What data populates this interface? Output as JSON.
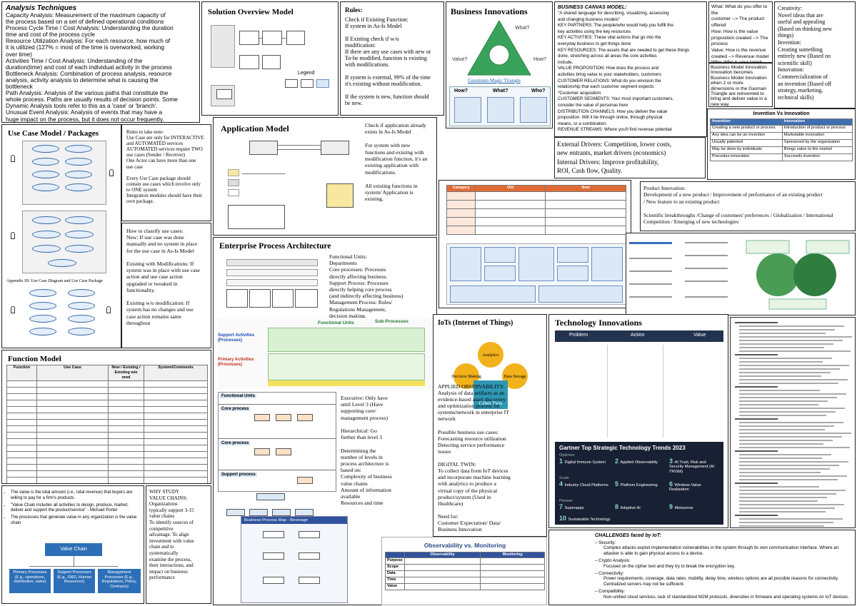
{
  "analysis": {
    "title": "Analysis Techniques",
    "lines": [
      "Capacity Analysis: Measurement of the maximum capacity of",
      "the process based on a set of defined operational conditions",
      "Process Cycle Time / Cost Analysis: Understanding the duration",
      "time and cost of the process cycle",
      "Resource Utilization Analysis: For each resource, how much of",
      "it is utilized (127% = most of the time is overworked, working",
      "over time)",
      "Activities Time / Cost Analysis: Understanding of the",
      "duration(time) and cost of each individual activity in the process",
      "Bottleneck Analysis: Combination of process analysis, resource",
      "analysis, activity analysis to determine what is causing the",
      "bottleneck",
      "Path Analysis: Analysis of the various paths that constitute the",
      "whole process. Paths are usually results of decision points. Some",
      "Dynamic Analysis tools refer to this as a 'case' or 'branch'.",
      "Unusual Event Analysis: Analysis of events that may have a",
      "huge impact on the process, but it does not occur frequently."
    ]
  },
  "solution": {
    "title": "Solution Overview Model",
    "legend": "Legend"
  },
  "rules1": {
    "title": "Rules:",
    "lines": [
      "Check if Existing Function:",
      "If system in As-Is Model",
      "",
      "If Existing check if w/o",
      "modification:",
      "If there are any use cases with new or",
      "To-be modified, function is existing",
      "with modifications.",
      "",
      "If system is external, 99% of the time",
      "it's existing without modification.",
      "",
      "If the system is new, function should",
      "be new."
    ]
  },
  "bizInno": {
    "title": "Business Innovations",
    "caption": "Gassmann Magic Triangle",
    "triangleLabels": [
      "What?",
      "Value?",
      "How?"
    ],
    "hows": [
      "How?",
      "What?",
      "Who?"
    ]
  },
  "bizModel": {
    "title": "BUSINESS CANVAS MODEL:",
    "lines": [
      "\"A shared language for describing, visualizing, assessing",
      "and changing business models\"",
      "KEY PARTNERS: The people/who would help you fulfill the",
      "key activities using the key resources",
      "KEY ACTIVITIES: These vital actions that go into the",
      "everyday business to get things done",
      "KEY RESOURCES: The assets that are needed to get these things",
      "done, stretching across all areas the core activities",
      "include.",
      "VALUE PROPOSITION: How does the process and",
      "activities bring value to your stakeholders, customers",
      "CUSTOMER RELATIONS: What do you envision the",
      "relationship that each customer segment expects",
      "*Customer acquisition",
      "CUSTOMER SEGMENTS: Your most important customers,",
      "consider the value of personas here",
      "DISTRIBUTION CHANNELS: How you deliver the value",
      "proposition. Will it be through online, through physical",
      "means, or a combination",
      "REVENUE STREAMS: Where you'll find revenue potential"
    ]
  },
  "whatWhy": {
    "lines": [
      "What: What do you offer to the",
      "customer --> The product",
      "offered",
      "How: How is the value",
      "proposition created --> The",
      "process",
      "Value: How is the revenue",
      "created --> Revenue model",
      "Who: Who is your target"
    ]
  },
  "creativity": {
    "lines": [
      "Creativity:",
      "Novel ideas that are",
      "useful and appealing",
      "(Based on thinking new",
      "things)",
      "Invention:",
      "Creating something",
      "entirely new (Based on",
      "scientific skill)",
      "Innovation:",
      "Commercialization of",
      "an invention (Based off",
      "strategy, marketing,",
      "technical skills)"
    ]
  },
  "bmInnovation": {
    "lines": [
      "Business Model Innovation",
      "Innovation becomes",
      "Business Model Innovation",
      "when 2 or more",
      "dimensions in the Gasman",
      "Triangle are reinvented to",
      "bring and deliver value in a",
      "new way"
    ]
  },
  "useCase": {
    "title": "Use Case Model / Packages",
    "caption": "Appendix III: Use Case Diagram and Use Case Package"
  },
  "rules2": {
    "lines": [
      "Rules to take note:",
      "Use Case are only for INTERACTIVE",
      "and AUTOMATED services",
      "AUTOMATED services require TWO",
      "use cases (Sender / Receiver)",
      "One Actor can have more than one",
      "use case",
      "",
      "Every Use Case package should",
      "contain use cases which involve only",
      "to ONE system",
      "Integration modules should have their",
      "own package."
    ]
  },
  "classify": {
    "lines": [
      "How to classify use cases:",
      "New: If use case was done",
      "manually and no system in place",
      "for the use case in As-Is Model",
      "",
      "Existing with Modifications: If",
      "system was in place with use case",
      "action and use case action",
      "upgraded or tweaked in",
      "functionality.",
      "",
      "Existing w/o modification: If",
      "system has no changes and use",
      "case action remains same",
      "throughout"
    ]
  },
  "appModel": {
    "title": "Application Model",
    "rules": [
      "Check if application already",
      "exists in As-Is Model",
      "",
      "For system with new",
      "functions and existing with",
      "modification function, it's an",
      "existing application with",
      "modifications.",
      "",
      "All existing functions in",
      "system/ Application is",
      "existing."
    ]
  },
  "bmTable": {
    "headers": [
      "Category",
      "Old",
      "New"
    ]
  },
  "drivers": {
    "lines": [
      "External Drivers: Competition, lower costs,",
      "new entrants, market drivers (economics)",
      "Internal Drivers: Improve profitability,",
      "ROI, Cash flow, Quality."
    ]
  },
  "prodInno": {
    "lines": [
      "Product Innovation:",
      "Development of a new product / Improvement of performance of an existing product",
      "/ New feature to an existing product",
      "",
      "Scientific breakthroughs /Change of customers' preferences / Globalization / International",
      "Competition / Emerging of new technologies"
    ]
  },
  "innoVsInno": {
    "title": "Invention Vs Innovation",
    "headers": [
      "Invention",
      "Innovation"
    ],
    "rows": [
      [
        "Creating a new product or process",
        "Introduction of product or process"
      ],
      [
        "Any idea can be an invention",
        "Marketable innovation"
      ],
      [
        "Usually patented",
        "Sponsored by the organization"
      ],
      [
        "May be done by individuals",
        "Brings value to the market"
      ],
      [
        "Precedes innovation",
        "Succeeds invention"
      ]
    ]
  },
  "functionModel": {
    "title": "Function Model",
    "headers": [
      "Function",
      "Use Case",
      "New / Existing / Existing w/o mod",
      "System/Comments"
    ]
  },
  "epa": {
    "title": "Enterprise Process Architecture",
    "units": [
      "Functional Units:",
      "Departments",
      "Core processes: Processes",
      "directly affecting business.",
      "Support Process: Processes",
      "directly helping core process",
      "(and indirectly affecting business)",
      "Management Process: Rules/",
      "Regulations Management,",
      "decision making."
    ],
    "procLabels": [
      "Functional Units",
      "Sub-Processes",
      "Support Activities (Processes)",
      "Primary Activities (Processes)"
    ],
    "rowLabels": [
      "Functional Units",
      "Core process",
      "Core process",
      "Support process"
    ],
    "executive": [
      "Executive: Only have",
      "until Level 3 (Have",
      "supporting core/",
      "management process)",
      "",
      "Hierarchical: Go",
      "further than level 3",
      "",
      "Determining the",
      "number of levels in",
      "process architecture is",
      "based on:",
      "Complexity of business",
      "value chains",
      "Amount of information",
      "available",
      "Resources and time"
    ]
  },
  "valueChain": {
    "bullets": [
      "The value is the total amount (i.e., total revenue) that buyers are willing to pay for a firm's products.",
      "\"Value Chain includes all activities to design, produce, market, deliver and support the product/service\" - Michael Porter",
      "The processes that generate value in any organization is the value chain"
    ],
    "diagram": [
      "Value Chain",
      "Primary Processes (E.g., operations, distribution, sales)",
      "Support Processes (E.g., R&D, Human Resources)",
      "Management Processes (E.g., Regulations, Policy, Contracts)"
    ],
    "why": [
      "WHY STUDY",
      "VALUE CHAINS:",
      "Organizations",
      "typically support 3-15",
      "value chains",
      "To identify sources of",
      "competitive",
      "advantage. To align",
      "investment with value",
      "chain and to",
      "systematically",
      "examine the process,",
      "their interactions,  and",
      "impact on business",
      "performance"
    ]
  },
  "bpm": {
    "title": "Business Process Map - Beverage"
  },
  "obs": {
    "title": "Observability vs. Monitoring",
    "headers": [
      "",
      "Observability",
      "Monitoring"
    ],
    "rows": [
      "Purpose",
      "Scope",
      "Data",
      "Time",
      "Value"
    ]
  },
  "iot": {
    "title": "IoTs (Internet of Things)",
    "centerLabel": "Cyber Twin",
    "bubbles": [
      "Analytics",
      "Data Storage",
      "Decision Making"
    ],
    "text": [
      "APPLIED OBSERVABILITY:",
      "Analysis of data artifacts as an",
      "evidence-based asset discovery",
      "and optimization process for",
      "systems/network in enterprise IT",
      "network",
      "",
      "Possible business use cases:",
      "Forecasting resource utilization",
      "Detecting service performance",
      "issues",
      "",
      "DIGITAL TWIN:",
      "To collect data from IoT devices",
      "and incorporate machine learning",
      "with analytics to produce a",
      "virtual copy of the physical",
      "product/system (Used in",
      "Healthcare)",
      "",
      "Need for:",
      "Customer Expectation/ Data/",
      "Business Innovation"
    ]
  },
  "techInno": {
    "title": "Technology Innovations",
    "arrows": [
      "Problem",
      "Action",
      "Value"
    ],
    "gartner": {
      "title": "Gartner Top Strategic Technology Trends 2023",
      "sections": [
        "Optimize",
        "Scale",
        "Pioneer"
      ],
      "items": [
        {
          "n": "1",
          "label": "Digital Immune System"
        },
        {
          "n": "2",
          "label": "Applied Observability"
        },
        {
          "n": "3",
          "label": "AI Trust, Risk and Security Management (AI TRiSM)"
        },
        {
          "n": "4",
          "label": "Industry Cloud Platforms"
        },
        {
          "n": "5",
          "label": "Platform Engineering"
        },
        {
          "n": "6",
          "label": "Wireless-Value Realization"
        },
        {
          "n": "7",
          "label": "Superapps"
        },
        {
          "n": "8",
          "label": "Adaptive AI"
        },
        {
          "n": "9",
          "label": "Metaverse"
        },
        {
          "n": "10",
          "label": "Sustainable Technology"
        }
      ]
    }
  },
  "challenges": {
    "title": "CHALLENGES faced by IoT:",
    "items": [
      {
        "head": "Security:",
        "body": "Complex attacks exploit implementation vulnerabilities in the system through its own communication interface. Where an attacker is able to gain physical access to a device."
      },
      {
        "head": "Crypto Analysis:",
        "body": "Focused on the cipher text and they try to break the encryption key."
      },
      {
        "head": "Connectivity:",
        "body": "Power requirements, coverage, data rates, mobility, delay time, wireless options are all possible reasons for connectivity. Centralized servers may not be sufficient."
      },
      {
        "head": "Compatibility:",
        "body": "Non-unified cloud services, lack of standardized M2M protocols, diversities in firmware and operating systems on IoT devices."
      }
    ]
  }
}
